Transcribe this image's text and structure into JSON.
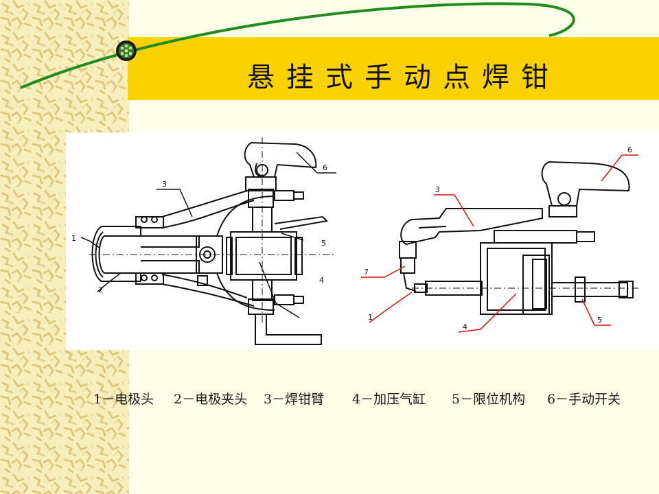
{
  "slide": {
    "title": "悬挂式手动点焊钳",
    "legend": [
      "1－电极头",
      "2－电极夹头",
      "3－焊钳臂",
      "4－加压气缸",
      "5－限位机构",
      "6－手动开关"
    ]
  },
  "left_figure": {
    "labels": [
      "1",
      "2",
      "3",
      "4",
      "5",
      "6"
    ]
  },
  "right_figure": {
    "labels": [
      "1",
      "3",
      "4",
      "5",
      "6",
      "7"
    ]
  },
  "colors": {
    "banner": "#fad200",
    "background": "#fffee8",
    "curve": "#1e8c1e",
    "pattern": "#e6d89a",
    "leader_red": "#d11",
    "drawing": "#111111"
  }
}
